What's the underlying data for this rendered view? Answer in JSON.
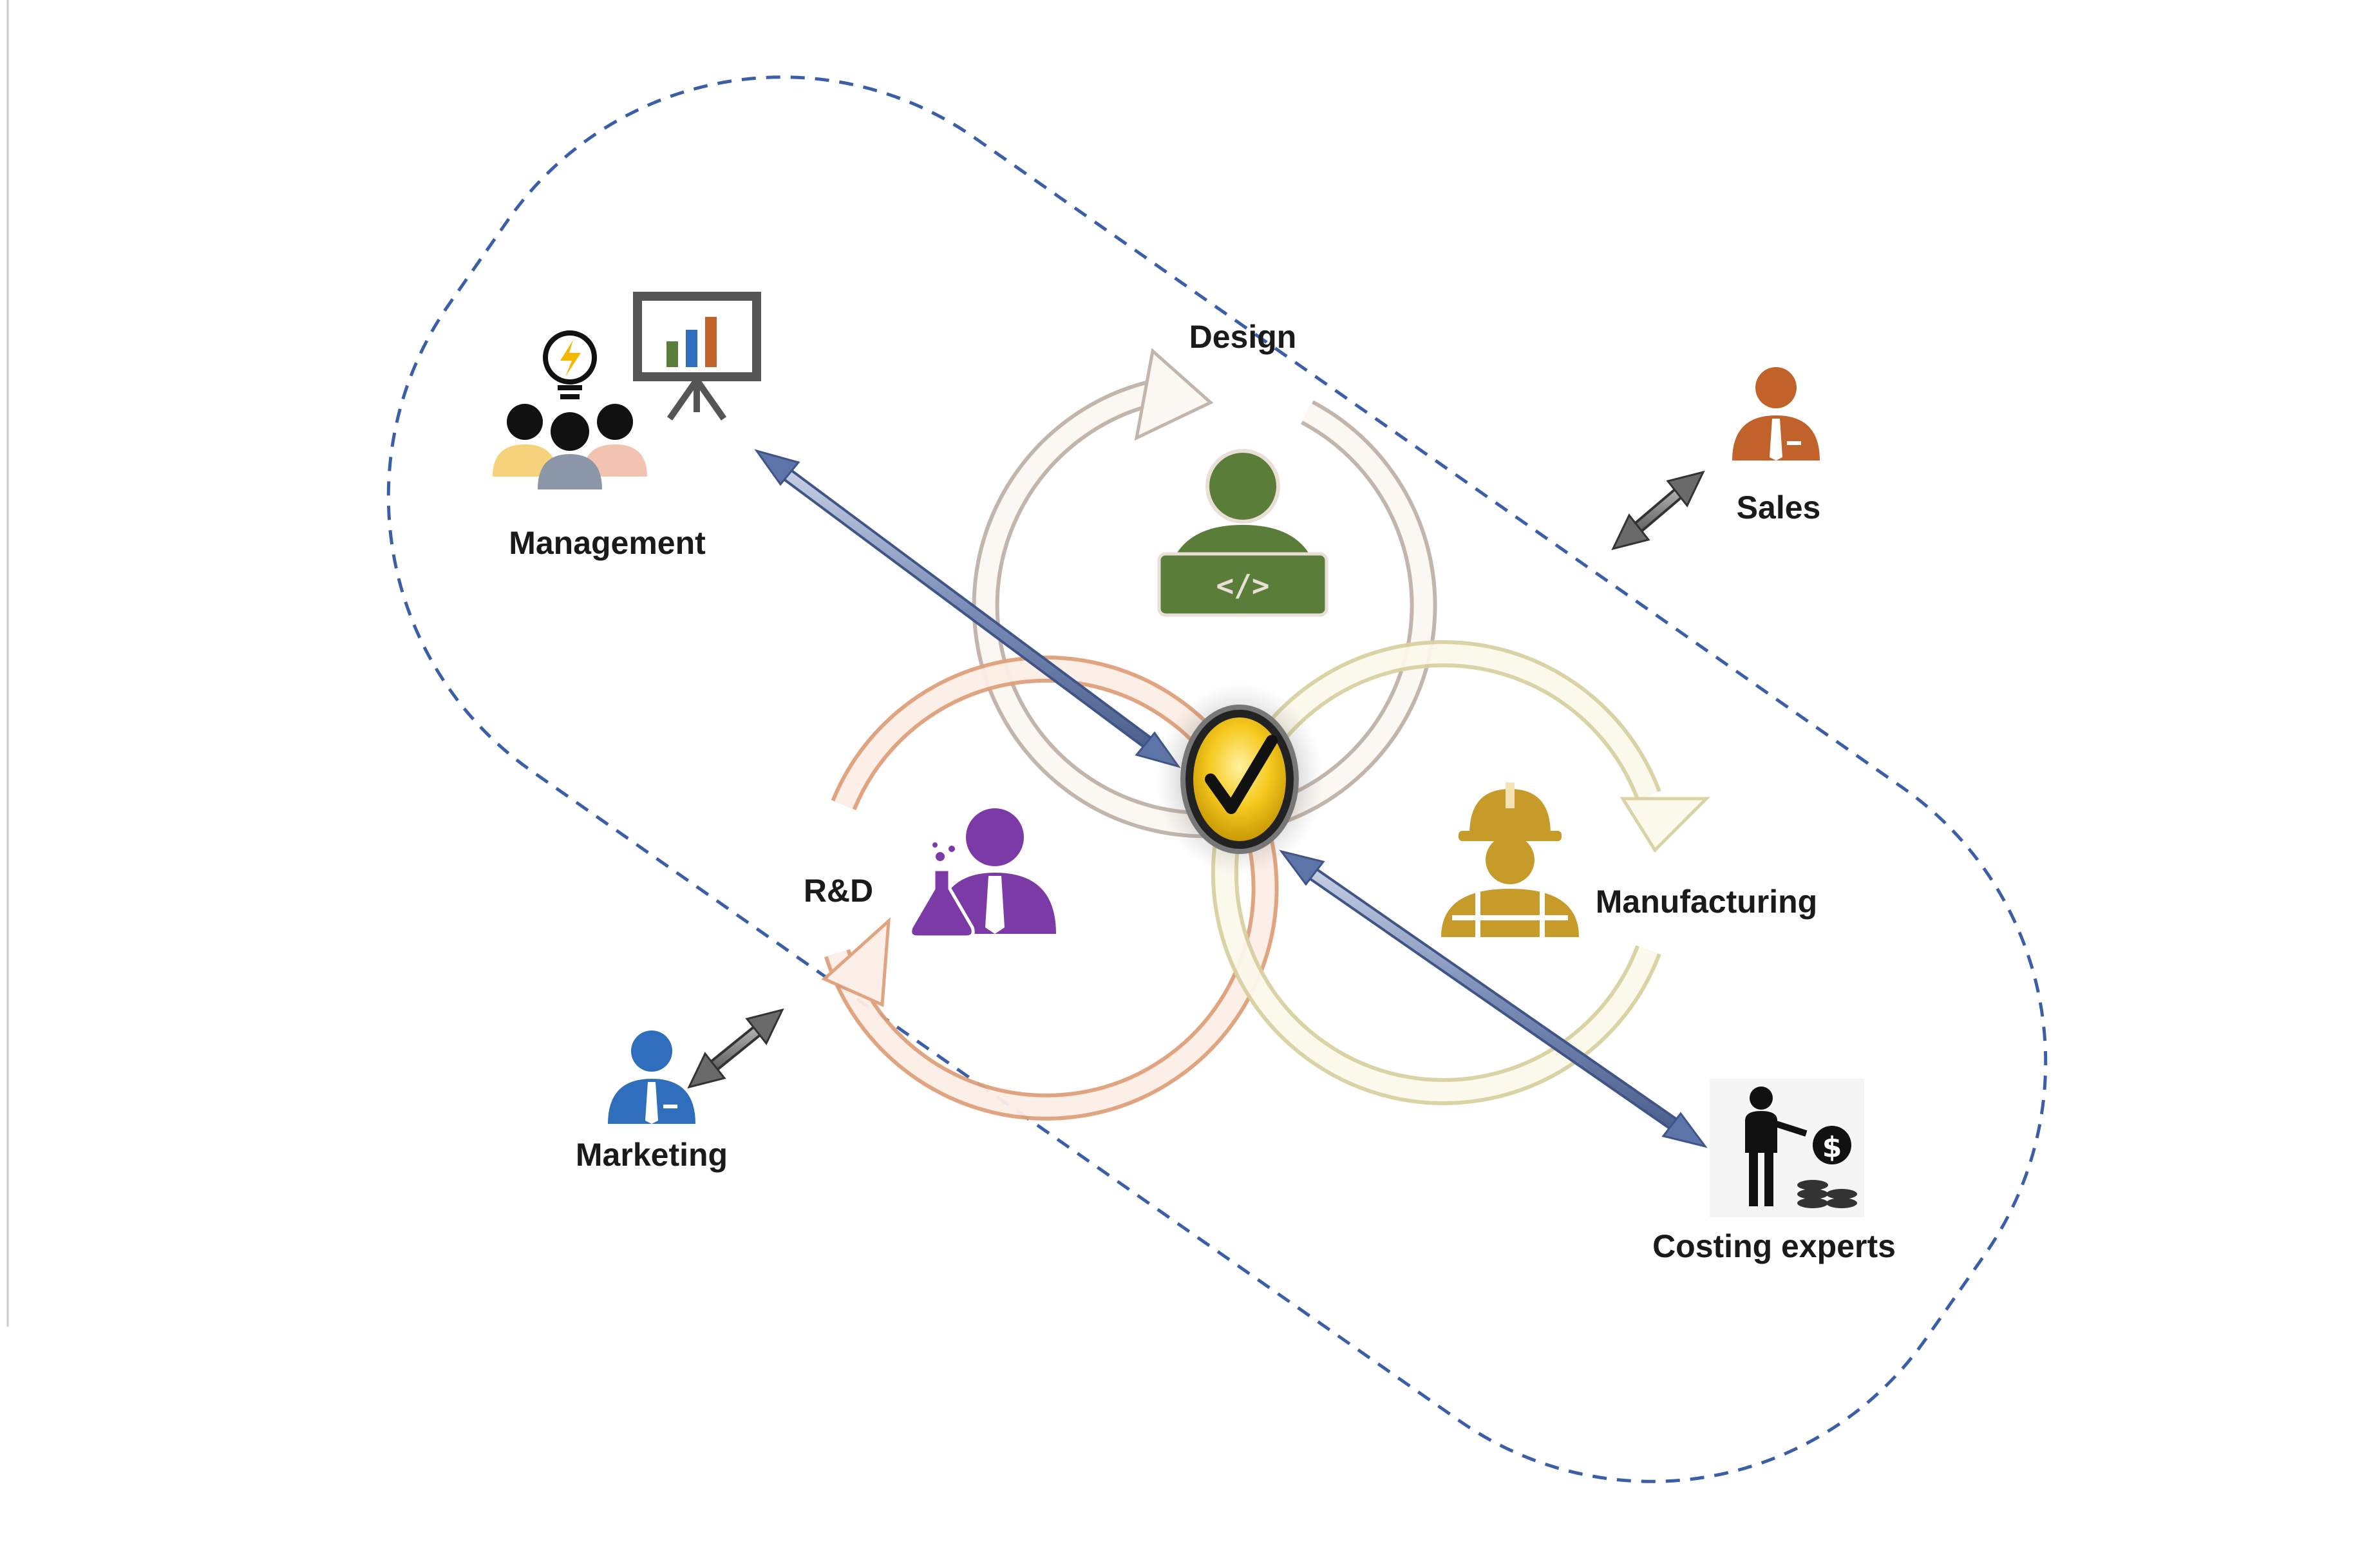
{
  "labels": {
    "design": "Design",
    "management": "Management",
    "sales": "Sales",
    "rnd": "R&D",
    "manufacturing": "Manufacturing",
    "marketing": "Marketing",
    "costing": "Costing experts"
  },
  "icons": {
    "design": "developer-laptop-icon",
    "management": "team-presentation-icon",
    "sales": "businessman-icon",
    "rnd": "scientist-icon",
    "manufacturing": "construction-worker-icon",
    "marketing": "businessman-icon",
    "costing": "cost-expert-icon",
    "center": "checkmark-icon"
  },
  "colors": {
    "boundary": "#3a5fa8",
    "design_ring": "#e7dcd2",
    "rnd_ring": "#f0c8a8",
    "manufacturing_ring": "#eee8c8",
    "design_person": "#5a7d3a",
    "sales_person": "#c0622a",
    "rnd_person": "#7b3aa6",
    "manufacturing_person": "#c79b2a",
    "marketing_person": "#2f6ebd",
    "check": "#f4c21b",
    "link_arrow": "#6b7faa",
    "side_arrow": "#666666"
  }
}
